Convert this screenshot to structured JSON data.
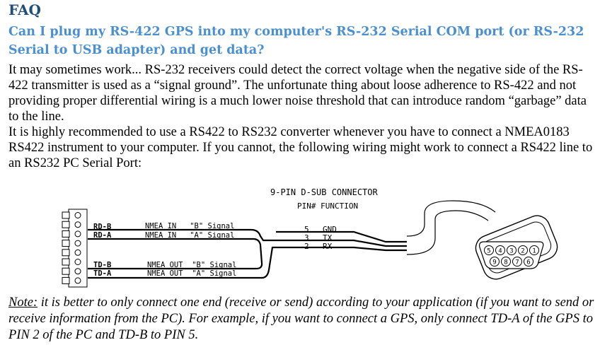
{
  "faq": {
    "title": "FAQ",
    "question": "Can I plug my RS-422 GPS into my computer's RS-232 Serial COM port (or RS-232 Serial to USB adapter) and get data?",
    "paragraphs": [
      "It may sometimes work... RS-232 receivers could detect the correct voltage when the negative side of the RS-422 transmitter is used as a “signal ground”. The unfortunate thing about loose adherence to RS-422 and not providing proper differential wiring is a much lower noise threshold that can introduce random “garbage” data to the line.",
      "It is highly recommended to use a RS422 to RS232 converter whenever you have to connect a NMEA0183 RS422 instrument to your computer. If you cannot, the following wiring might work to connect a RS422 line to an RS232 PC Serial Port:"
    ],
    "note_label": "Note:",
    "note_text": " it is better to only connect one end (receive or send) according to your application (if you want to send or receive information from the PC). For example, if you want to connect a GPS, only connect TD-A of the GPS to PIN 2 of the PC and TD-B to PIN 5."
  },
  "diagram": {
    "connector_title": "9-PIN D-SUB CONNECTOR",
    "pin_header": "PIN# FUNCTION",
    "wires": [
      {
        "terminal": "RD-B",
        "label": "NMEA IN   \"B\" Signal"
      },
      {
        "terminal": "RD-A",
        "label": "NMEA IN   \"A\" Signal"
      },
      {
        "terminal": "TD-B",
        "label": "NMEA OUT  \"B\" Signal"
      },
      {
        "terminal": "TD-A",
        "label": "NMEA OUT  \"A\" Signal"
      }
    ],
    "pins": [
      {
        "number": "5",
        "function": "GND"
      },
      {
        "number": "3",
        "function": "TX"
      },
      {
        "number": "2",
        "function": "RX"
      }
    ],
    "connector_row_top": [
      "5",
      "4",
      "3",
      "2",
      "1"
    ],
    "connector_row_bottom": [
      "9",
      "8",
      "7",
      "6"
    ]
  }
}
